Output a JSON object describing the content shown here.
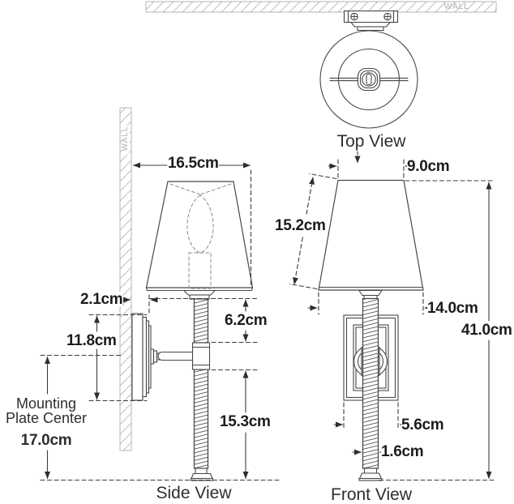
{
  "top_view": {
    "label": "Top View",
    "wall_label": "WALL"
  },
  "side_view": {
    "label": "Side View",
    "wall_label": "WALL",
    "dims": {
      "shade_depth": "16.5cm",
      "plate_depth": "2.1cm",
      "plate_height": "11.8cm",
      "shade_bottom_to_arm": "6.2cm",
      "arm_to_base": "15.3cm",
      "mounting_line1": "Mounting",
      "mounting_line2": "Plate Center",
      "mounting_height": "17.0cm"
    }
  },
  "front_view": {
    "label": "Front View",
    "dims": {
      "shade_top_width": "9.0cm",
      "shade_slant_height": "15.2cm",
      "shade_bottom_width": "14.0cm",
      "overall_height": "41.0cm",
      "backplate_width": "5.6cm",
      "column_width": "1.6cm"
    }
  },
  "colors": {
    "line": "#474747",
    "dimension_line": "#333333",
    "dashed_line": "#4f4f4f",
    "candle_dash": "#8a8a8a",
    "wall_hatch": "#b5b5b5",
    "text": "#1c1c1c",
    "label_text": "#2e2e2e",
    "background": "#ffffff"
  }
}
